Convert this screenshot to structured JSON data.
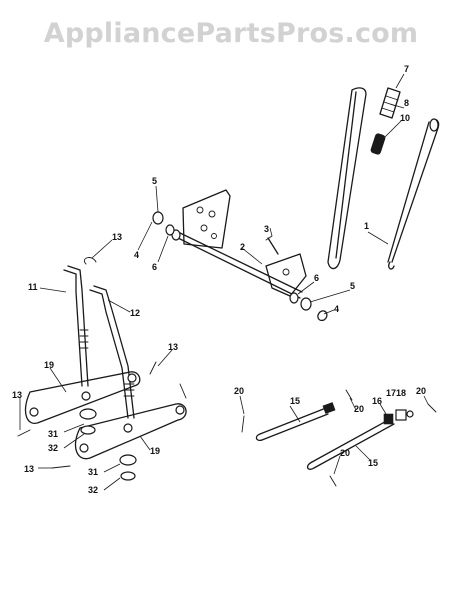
{
  "watermark": "AppliancePartsPros.com",
  "callouts": [
    {
      "id": "c7",
      "text": "7"
    },
    {
      "id": "c8",
      "text": "8"
    },
    {
      "id": "c10",
      "text": "10"
    },
    {
      "id": "c1",
      "text": "1"
    },
    {
      "id": "c5a",
      "text": "5"
    },
    {
      "id": "c3",
      "text": "3"
    },
    {
      "id": "c2",
      "text": "2"
    },
    {
      "id": "c4a",
      "text": "4"
    },
    {
      "id": "c6a",
      "text": "6"
    },
    {
      "id": "c6b",
      "text": "6"
    },
    {
      "id": "c5b",
      "text": "5"
    },
    {
      "id": "c4b",
      "text": "4"
    },
    {
      "id": "c13a",
      "text": "13"
    },
    {
      "id": "c11",
      "text": "11"
    },
    {
      "id": "c12",
      "text": "12"
    },
    {
      "id": "c13b",
      "text": "13"
    },
    {
      "id": "c19a",
      "text": "19"
    },
    {
      "id": "c13c",
      "text": "13"
    },
    {
      "id": "c31a",
      "text": "31"
    },
    {
      "id": "c32a",
      "text": "32"
    },
    {
      "id": "c19b",
      "text": "19"
    },
    {
      "id": "c13d",
      "text": "13"
    },
    {
      "id": "c31b",
      "text": "31"
    },
    {
      "id": "c32b",
      "text": "32"
    },
    {
      "id": "c20a",
      "text": "20"
    },
    {
      "id": "c15a",
      "text": "15"
    },
    {
      "id": "c20b",
      "text": "20"
    },
    {
      "id": "c16",
      "text": "16"
    },
    {
      "id": "c1718",
      "text": "1718"
    },
    {
      "id": "c20c",
      "text": "20"
    },
    {
      "id": "c20d",
      "text": "20"
    },
    {
      "id": "c15b",
      "text": "15"
    }
  ]
}
